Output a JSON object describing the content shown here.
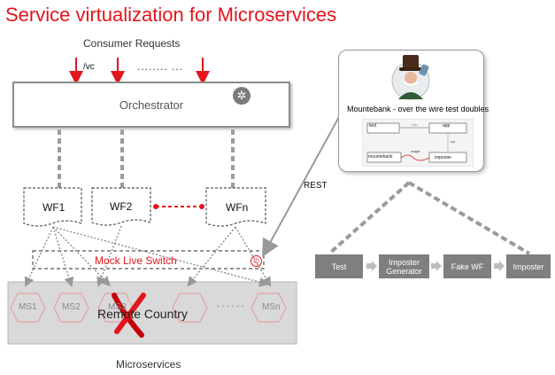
{
  "title": "Service virtualization for Microservices",
  "consumer_requests": "Consumer Requests",
  "path_label": "/vc",
  "dots": "........ ...",
  "orchestrator": "Orchestrator",
  "orchestrator_icon": "gear-network-icon",
  "workflows": [
    "WF1",
    "WF2",
    "WFn"
  ],
  "mock_switch": "Mock Live Switch",
  "microservices": [
    "MS1",
    "MS2",
    "MS3",
    "MSn"
  ],
  "ms_dots": ". . . . . .",
  "remote_country": "Remote Country",
  "microservices_caption": "Microservices",
  "rest_label": "REST",
  "mountebank": {
    "caption": "Mountebank  - over the wire test doubles",
    "inner": {
      "test": "test",
      "app": "app",
      "http": "http",
      "tcp": "tcp",
      "mountebank": "mountebank",
      "imposter": "imposter",
      "magic": "magic"
    }
  },
  "pipeline": [
    "Test",
    "Imposter Generator",
    "Fake WF",
    "Imposter"
  ],
  "colors": {
    "accent": "#e3141b",
    "step": "#7f7f7f",
    "line": "#8c8c8c"
  }
}
